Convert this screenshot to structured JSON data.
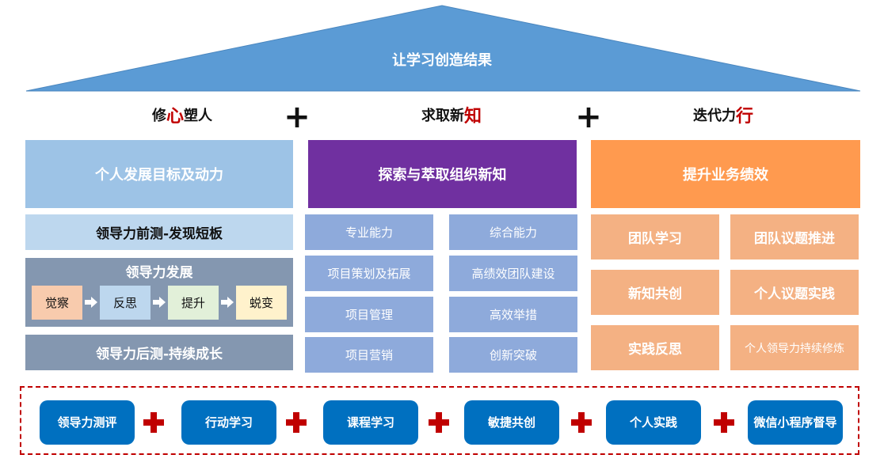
{
  "roof": {
    "title": "让学习创造结果",
    "color": "#5b9bd5"
  },
  "pillars": [
    {
      "prefix": "修",
      "accent": "心",
      "suffix": "塑人"
    },
    {
      "prefix": "求取新",
      "accent": "知",
      "suffix": ""
    },
    {
      "prefix": "迭代力",
      "accent": "行",
      "suffix": ""
    }
  ],
  "plus": "+",
  "column1": {
    "header": "个人发展目标及动力",
    "pre_test": "领导力前测-发现短板",
    "development": {
      "title": "领导力发展",
      "stages": [
        {
          "label": "觉察",
          "color": "#f8cbad"
        },
        {
          "label": "反思",
          "color": "#bdd7ee"
        },
        {
          "label": "提升",
          "color": "#e2f0d9"
        },
        {
          "label": "蜕变",
          "color": "#fff2cc"
        }
      ],
      "arrow_icon": "right-arrow-icon"
    },
    "post_test": "领导力后测-持续成长"
  },
  "column2": {
    "header": "探索与萃取组织新知",
    "left": [
      "专业能力",
      "项目策划及拓展",
      "项目管理",
      "项目营销"
    ],
    "right": [
      "综合能力",
      "高绩效团队建设",
      "高效举措",
      "创新突破"
    ]
  },
  "column3": {
    "header": "提升业务绩效",
    "left": [
      "团队学习",
      "新知共创",
      "实践反思"
    ],
    "right": [
      "团队议题推进",
      "个人议题实践",
      "个人领导力持续修炼"
    ]
  },
  "methods": [
    "领导力测评",
    "行动学习",
    "课程学习",
    "敏捷共创",
    "个人实践",
    "微信小程序督导"
  ],
  "method_separator_icon": "red-plus-icon"
}
